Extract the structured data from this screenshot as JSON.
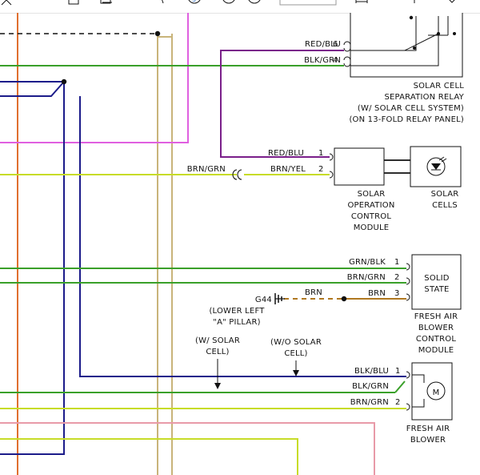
{
  "colors": {
    "orange": "#e07030",
    "navy": "#1c1c8a",
    "purple": "#7a1f8a",
    "green": "#3aa02a",
    "yellow_green": "#c7dc28",
    "tan": "#c9b47a",
    "magenta": "#e060e0",
    "brown": "#b07820",
    "pink": "#e89aa8"
  },
  "toolbar": {
    "icons": [
      "back-icon",
      "save-icon",
      "copy-icon",
      "cursor-icon",
      "zoom-in-icon",
      "zoom-out-icon",
      "zoom-out-icon-2"
    ],
    "page_field": "",
    "fit_icon": "fit-width-icon",
    "more_icon": "chevron-down-icon"
  },
  "relay": {
    "label_lines": [
      "SOLAR CELL",
      "SEPARATION RELAY",
      "(W/ SOLAR CELL SYSTEM)",
      "(ON 13-FOLD RELAY PANEL)"
    ],
    "wire1_color": "RED/BLU",
    "wire1_pin": "6",
    "wire2_color": "BLK/GRN",
    "wire2_pin": "4"
  },
  "solar_module": {
    "label_lines": [
      "SOLAR",
      "OPERATION",
      "CONTROL",
      "MODULE"
    ],
    "wire1_color": "RED/BLU",
    "wire1_pin": "1",
    "wire2_color": "BRN/YEL",
    "wire2_pin": "2",
    "left_wire_color": "BRN/GRN"
  },
  "solar_cells": {
    "label_lines": [
      "SOLAR",
      "CELLS"
    ]
  },
  "blower_module": {
    "box_lines": [
      "SOLID",
      "STATE"
    ],
    "label_lines": [
      "FRESH AIR",
      "BLOWER",
      "CONTROL",
      "MODULE"
    ],
    "wire1_color": "GRN/BLK",
    "wire1_pin": "1",
    "wire2_color": "BRN/GRN",
    "wire2_pin": "2",
    "wire3_color": "BRN",
    "wire3_pin": "3"
  },
  "ground": {
    "id": "G44",
    "wire_color": "BRN",
    "location_lines": [
      "(LOWER LEFT",
      "\"A\" PILLAR)"
    ]
  },
  "notes": {
    "with_solar_lines": [
      "(W/ SOLAR",
      "CELL)"
    ],
    "without_solar_lines": [
      "(W/O SOLAR",
      "CELL)"
    ]
  },
  "blower": {
    "label_lines": [
      "FRESH AIR",
      "BLOWER"
    ],
    "motor_letter": "M",
    "wire1_color": "BLK/BLU",
    "wire1_pin": "1",
    "wire_mid_color": "BLK/GRN",
    "wire2_color": "BRN/GRN",
    "wire2_pin": "2"
  }
}
